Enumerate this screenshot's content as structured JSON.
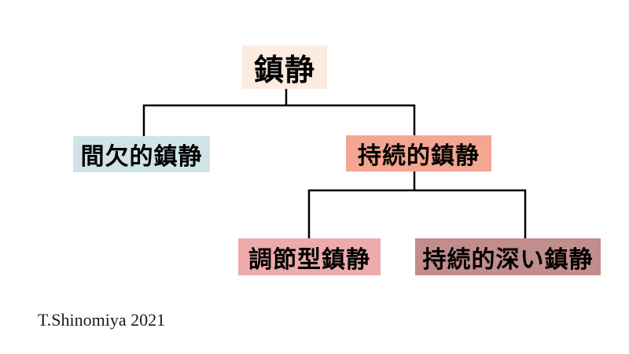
{
  "page": {
    "background": "#ffffff"
  },
  "diagram": {
    "type": "tree",
    "line_color": "#000000",
    "nodes": {
      "root": {
        "label": "鎮静",
        "bg": "#fcebe1"
      },
      "intermittent": {
        "label": "間欠的鎮静",
        "bg": "#d0e4e8"
      },
      "continuous": {
        "label": "持続的鎮静",
        "bg": "#f3a692"
      },
      "adjustable": {
        "label": "調節型鎮静",
        "bg": "#edabab"
      },
      "continuous_deep": {
        "label": "持続的深い鎮静",
        "bg": "#c18d8d"
      }
    },
    "edges": [
      {
        "from": "root",
        "to": "intermittent"
      },
      {
        "from": "root",
        "to": "continuous"
      },
      {
        "from": "continuous",
        "to": "adjustable"
      },
      {
        "from": "continuous",
        "to": "continuous_deep"
      }
    ]
  },
  "footer": {
    "attribution": "T.Shinomiya 2021"
  }
}
